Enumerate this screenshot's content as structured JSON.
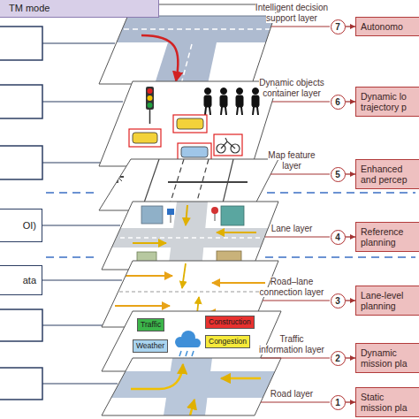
{
  "diagram": {
    "nodes": [
      {
        "text": [
          "TM mode"
        ]
      },
      {
        "text": [
          "7"
        ]
      },
      {
        "text": [
          "Autonomo"
        ]
      },
      {
        "text": [
          "6"
        ]
      },
      {
        "text": [
          "Dynamic lo trajectory p"
        ]
      },
      {
        "text": [
          "5"
        ]
      },
      {
        "text": [
          "Enhanced and percep"
        ]
      },
      {
        "text": [
          "OI)"
        ]
      },
      {
        "text": [
          "4"
        ]
      },
      {
        "text": [
          "Reference planning"
        ]
      },
      {
        "text": [
          "ata"
        ]
      },
      {
        "text": [
          "3"
        ]
      },
      {
        "text": [
          "Lane-level planning"
        ]
      },
      {
        "text": [
          "Traffic"
        ]
      },
      {
        "text": [
          "Construction"
        ]
      },
      {
        "text": [
          "Weather"
        ]
      },
      {
        "text": [
          "Congestion"
        ]
      },
      {
        "text": [
          "2"
        ]
      },
      {
        "text": [
          "Dynamic mission pla"
        ]
      },
      {
        "text": [
          "1"
        ]
      },
      {
        "text": [
          "Static mission pla"
        ]
      }
    ],
    "edges": [
      {
        "from": 1,
        "to": 2,
        "arrow": "to"
      },
      {
        "from": 3,
        "to": 4,
        "arrow": "to"
      },
      {
        "from": 5,
        "to": 6,
        "arrow": "to"
      },
      {
        "from": 8,
        "to": 9,
        "arrow": "to"
      },
      {
        "from": 11,
        "to": 12,
        "arrow": "to"
      },
      {
        "from": 17,
        "to": 18,
        "arrow": "to"
      },
      {
        "from": 19,
        "to": 20,
        "arrow": "to"
      }
    ],
    "labels": [
      "Intelligent decision support layer",
      "Dynamic objects container layer",
      "Map feature layer",
      "Lane layer",
      "Road–lane connection layer",
      "Traffic information layer",
      "Road layer"
    ]
  }
}
